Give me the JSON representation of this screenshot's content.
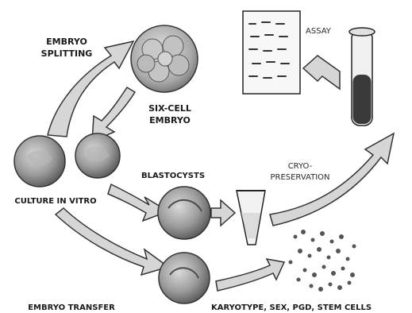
{
  "labels": {
    "embryo_splitting_line1": "EMBRYO",
    "embryo_splitting_line2": "SPLITTING",
    "six_cell_line1": "SIX-CELL",
    "six_cell_line2": "EMBRYO",
    "assay": "ASSAY",
    "culture": "CULTURE IN VITRO",
    "blastocysts": "BLASTOCYSTS",
    "cryo_line1": "CRYO-",
    "cryo_line2": "PRESERVATION",
    "embryo_transfer": "EMBRYO TRANSFER",
    "karyotype": "KARYOTYPE, SEX, PGD, STEM CELLS"
  },
  "colors": {
    "ink": "#1a1a1a",
    "arrow_fill": "#d6d6d6",
    "cell_fill": "#9a9a9a",
    "tube_liquid": "#3a3a3a"
  }
}
